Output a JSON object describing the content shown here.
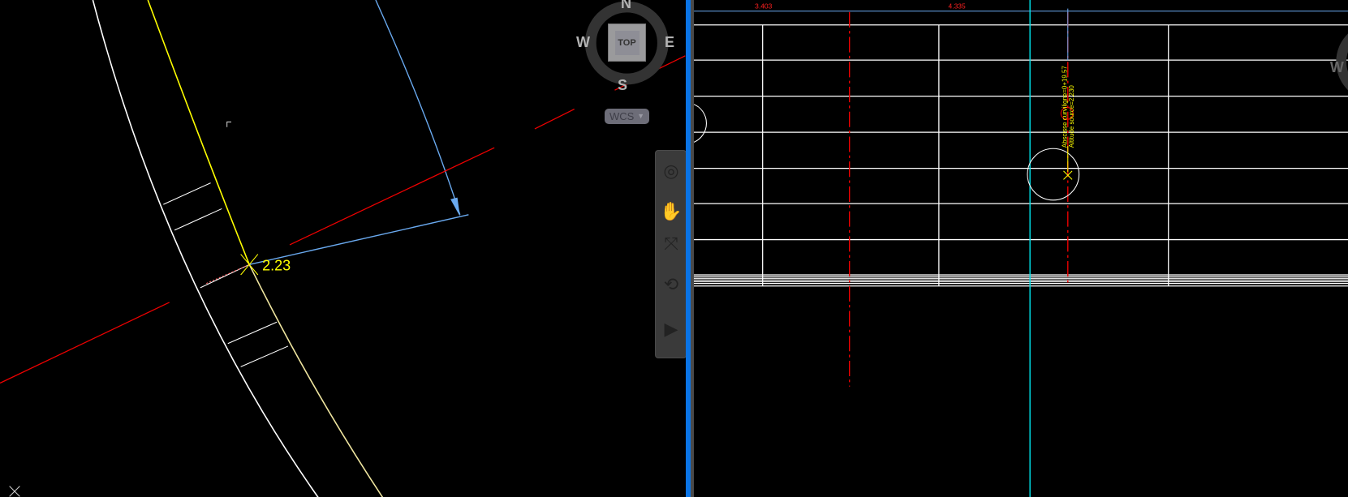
{
  "left_viewport": {
    "measurement_label": "2.23",
    "viewcube": {
      "north": "N",
      "south": "S",
      "east": "E",
      "west": "W",
      "face": "TOP"
    },
    "ucs_menu": {
      "selected": "WCS"
    },
    "nav_bar": {
      "items": [
        {
          "icon": "steering-wheel-icon"
        },
        {
          "icon": "pan-hand-icon"
        },
        {
          "icon": "zoom-extents-icon"
        },
        {
          "icon": "orbit-icon"
        },
        {
          "icon": "showmotion-icon"
        }
      ]
    }
  },
  "right_viewport": {
    "dimensions": [
      "3.403",
      "4.335"
    ],
    "label_line1": "Abscisse curviligne=0+19.57",
    "label_line2": "Altitude source=2.230",
    "viewcube_west": "W"
  },
  "colors": {
    "divider": "#0a74e6",
    "dimension": "#ff0000",
    "label": "#ffff00",
    "axis": "#00e5ee",
    "leader": "#6aaaf0"
  }
}
